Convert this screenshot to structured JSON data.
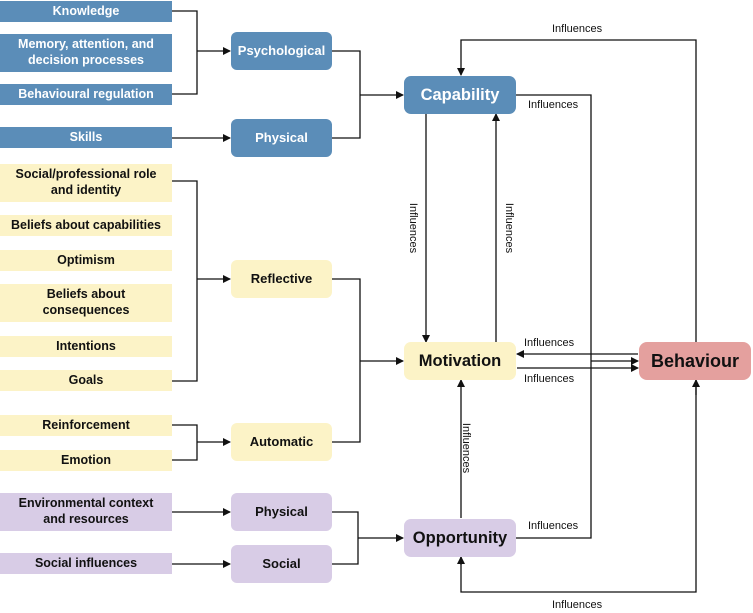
{
  "tdf": {
    "knowledge": "Knowledge",
    "memory": [
      "Memory, attention, and",
      "decision processes"
    ],
    "behavioural_regulation": "Behavioural regulation",
    "skills": "Skills",
    "social_role": [
      "Social/professional role",
      "and identity"
    ],
    "beliefs_capabilities": "Beliefs about capabilities",
    "optimism": "Optimism",
    "beliefs_consequences": [
      "Beliefs about",
      "consequences"
    ],
    "intentions": "Intentions",
    "goals": "Goals",
    "reinforcement": "Reinforcement",
    "emotion": "Emotion",
    "environmental": [
      "Environmental context",
      "and resources"
    ],
    "social_influences": "Social influences"
  },
  "com_b_sub": {
    "psychological": "Psychological",
    "physical_capability": "Physical",
    "reflective": "Reflective",
    "automatic": "Automatic",
    "physical_opportunity": "Physical",
    "social": "Social"
  },
  "com_b": {
    "capability": "Capability",
    "motivation": "Motivation",
    "opportunity": "Opportunity",
    "behaviour": "Behaviour"
  },
  "labels": {
    "influences": "Influences"
  },
  "colors": {
    "blue": "#5b8db8",
    "yellow": "#fcf3c7",
    "purple": "#d8cce6",
    "pink": "#e4a09e",
    "line": "#111111"
  }
}
